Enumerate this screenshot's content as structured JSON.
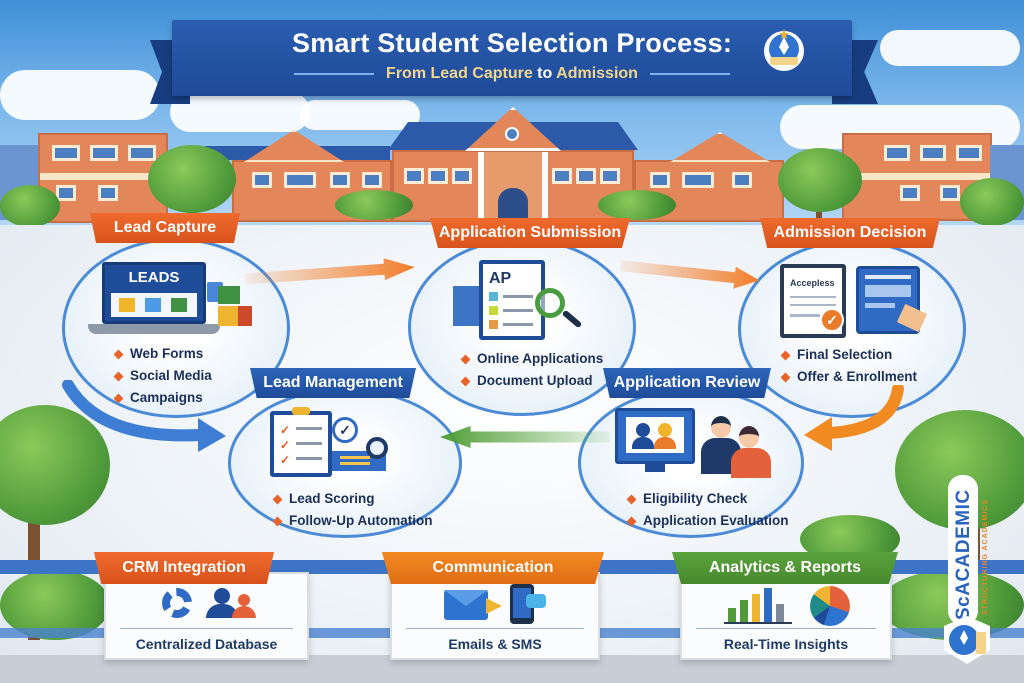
{
  "header": {
    "title": "Smart Student Selection Process:",
    "subtitle_part1": "From Lead Capture",
    "subtitle_part2": " to ",
    "subtitle_part3": "Admission"
  },
  "stages": [
    {
      "id": "lead-capture",
      "label": "Lead Capture",
      "ribbon_color": "#e35d22",
      "icon": "laptop-leads-icon",
      "icon_text": "LEADS",
      "bullets": [
        "Web Forms",
        "Social Media",
        "Campaigns"
      ]
    },
    {
      "id": "application-submission",
      "label": "Application Submission",
      "ribbon_color": "#e35d22",
      "icon": "application-form-magnifier-icon",
      "icon_text": "AP",
      "bullets": [
        "Online Applications",
        "Document Upload"
      ]
    },
    {
      "id": "admission-decision",
      "label": "Admission Decision",
      "ribbon_color": "#e35d22",
      "icon": "acceptance-letter-icon",
      "icon_text": "Accepless",
      "bullets": [
        "Final Selection",
        "Offer & Enrollment"
      ]
    },
    {
      "id": "lead-management",
      "label": "Lead Management",
      "ribbon_color": "#2358a8",
      "icon": "checklist-clipboard-icon",
      "bullets": [
        "Lead Scoring",
        "Follow-Up Automation"
      ]
    },
    {
      "id": "application-review",
      "label": "Application Review",
      "ribbon_color": "#2358a8",
      "icon": "video-review-icon",
      "bullets": [
        "Eligibility Check",
        "Application Evaluation"
      ]
    }
  ],
  "features": [
    {
      "id": "crm",
      "label": "CRM Integration",
      "ribbon_color": "#e35d22",
      "icon": "gear-users-icon",
      "caption": "Centralized Database"
    },
    {
      "id": "communication",
      "label": "Communication",
      "ribbon_color": "#ee7b1e",
      "icon": "email-sms-icon",
      "caption": "Emails & SMS"
    },
    {
      "id": "analytics",
      "label": "Analytics & Reports",
      "ribbon_color": "#52993a",
      "icon": "bar-pie-chart-icon",
      "caption": "Real-Time Insights"
    }
  ],
  "brand": {
    "name": "ScACADEMIC",
    "tagline": "STRUCTURING ACADEMICS"
  },
  "colors": {
    "primary_blue": "#2358a8",
    "accent_orange": "#e35d22",
    "accent_green": "#52993a",
    "text_navy": "#1b2f58"
  }
}
